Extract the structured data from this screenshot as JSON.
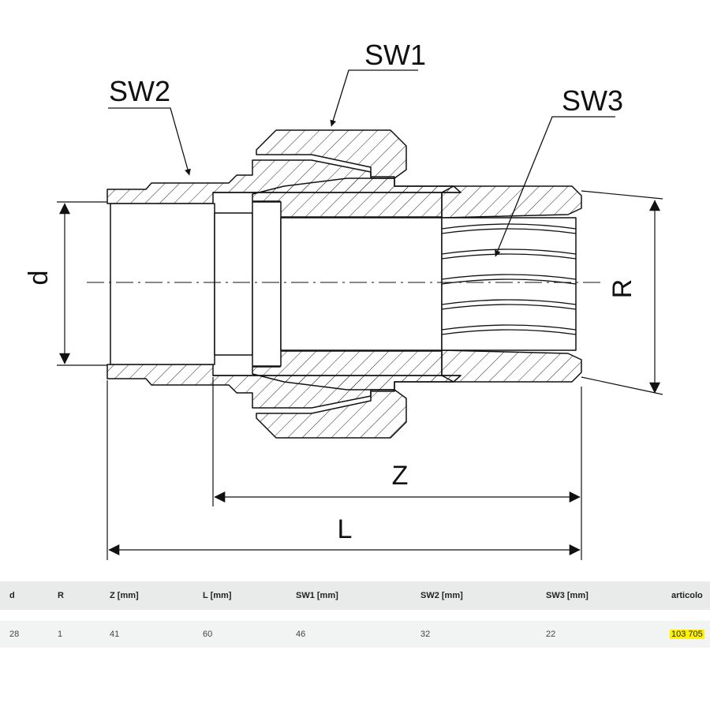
{
  "diagram": {
    "labels": {
      "sw1": "SW1",
      "sw2": "SW2",
      "sw3": "SW3"
    },
    "dimensions": {
      "d": "d",
      "r": "R",
      "z": "Z",
      "l": "L"
    }
  },
  "spec_table": {
    "headers": [
      "d",
      "R",
      "Z [mm]",
      "L [mm]",
      "SW1 [mm]",
      "SW2 [mm]",
      "SW3 [mm]",
      "articolo"
    ],
    "rows": [
      [
        "28",
        "1",
        "41",
        "60",
        "46",
        "32",
        "22",
        "103 705"
      ]
    ],
    "highlight_color": "#fff200"
  }
}
